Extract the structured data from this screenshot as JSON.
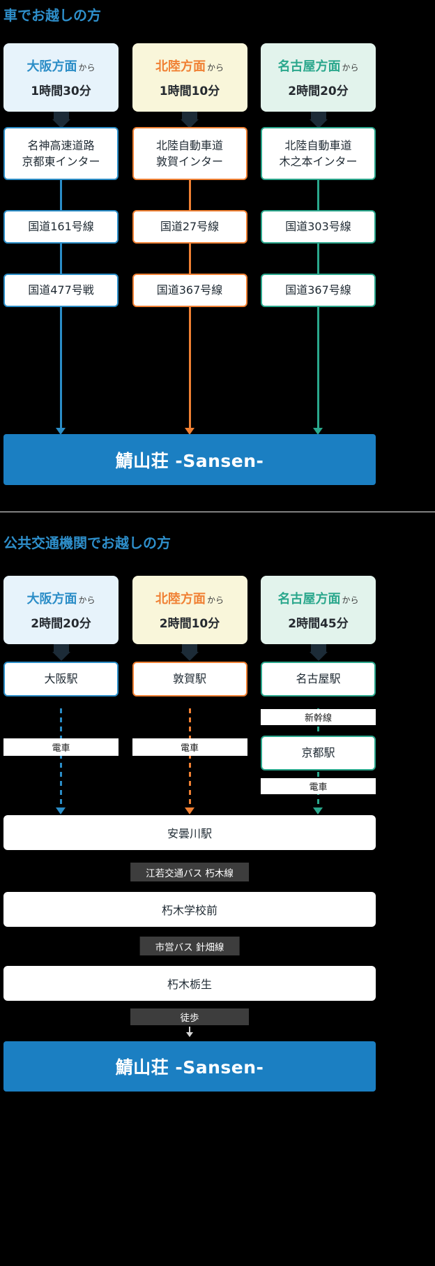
{
  "colors": {
    "bg": "#000000",
    "heading": "#2e8fcb",
    "blue": "#2b8dc7",
    "orange": "#f08033",
    "teal": "#2aa78c",
    "light-blue": "#e7f3fb",
    "light-yellow": "#f9f6da",
    "light-teal": "#e2f3ec",
    "banner-bg": "#1b7fc2",
    "banner-text": "#ffffff",
    "box-bg": "#ffffff",
    "box-text": "#1f2a33",
    "pointer": "#1c2b37",
    "dark-label-bg": "#3d3d3d",
    "dark-label-text": "#ffffff",
    "divider": "#efefef"
  },
  "car": {
    "heading": "車でお越しの方",
    "destination": "鯖山荘 -Sansen-",
    "columns": [
      {
        "origin": "大阪方面",
        "suffix": "から",
        "time": "1時間30分",
        "steps": [
          "名神高速道路\n京都東インター",
          "国道161号線",
          "国道477号戦"
        ]
      },
      {
        "origin": "北陸方面",
        "suffix": "から",
        "time": "1時間10分",
        "steps": [
          "北陸自動車道\n敦賀インター",
          "国道27号線",
          "国道367号線"
        ]
      },
      {
        "origin": "名古屋方面",
        "suffix": "から",
        "time": "2時間20分",
        "steps": [
          "北陸自動車道\n木之本インター",
          "国道303号線",
          "国道367号線"
        ]
      }
    ]
  },
  "transit": {
    "heading": "公共交通機関でお越しの方",
    "destination": "鯖山荘 -Sansen-",
    "columns": [
      {
        "origin": "大阪方面",
        "suffix": "から",
        "time": "2時間20分",
        "station": "大阪駅",
        "mode": "電車"
      },
      {
        "origin": "北陸方面",
        "suffix": "から",
        "time": "2時間10分",
        "station": "敦賀駅",
        "mode": "電車"
      },
      {
        "origin": "名古屋方面",
        "suffix": "から",
        "time": "2時間45分",
        "station": "名古屋駅",
        "mode1": "新幹線",
        "via": "京都駅",
        "mode2": "電車"
      }
    ],
    "shared": {
      "station1": "安曇川駅",
      "bus1": "江若交通バス 朽木線",
      "stop1": "朽木学校前",
      "bus2": "市営バス 針畑線",
      "stop2": "朽木栃生",
      "walk": "徒歩"
    }
  }
}
